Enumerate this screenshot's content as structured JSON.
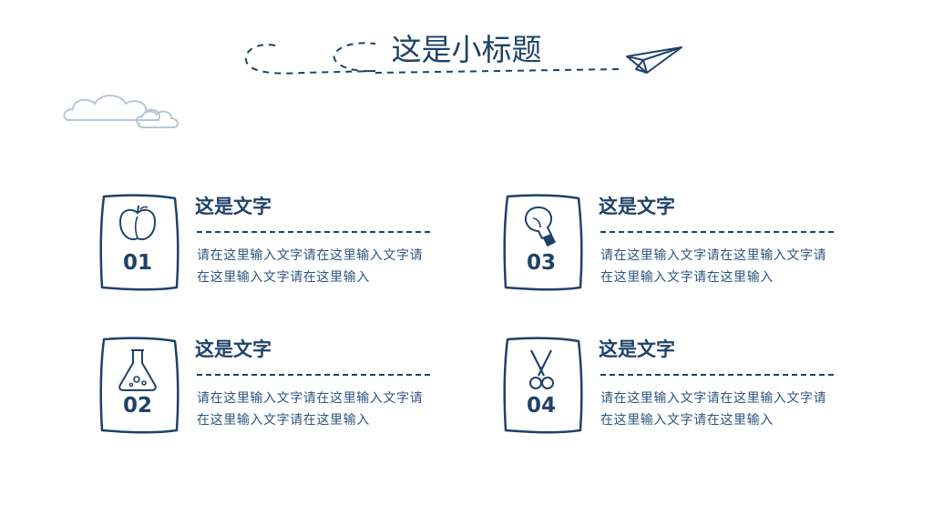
{
  "slide": {
    "title": "这是小标题",
    "items": [
      {
        "number": "01",
        "heading": "这是文字",
        "text": "请在这里输入文字请在这里输入文字请在这里输入文字请在这里输入",
        "icon": "apple-icon"
      },
      {
        "number": "02",
        "heading": "这是文字",
        "text": "请在这里输入文字请在这里输入文字请在这里输入文字请在这里输入",
        "icon": "flask-icon"
      },
      {
        "number": "03",
        "heading": "这是文字",
        "text": "请在这里输入文字请在这里输入文字请在这里输入文字请在这里输入",
        "icon": "lightbulb-icon"
      },
      {
        "number": "04",
        "heading": "这是文字",
        "text": "请在这里输入文字请在这里输入文字请在这里输入文字请在这里输入",
        "icon": "scissors-icon"
      }
    ]
  },
  "colors": {
    "primary": "#1f4268",
    "cloud": "#b8c6d6",
    "background": "#ffffff"
  }
}
